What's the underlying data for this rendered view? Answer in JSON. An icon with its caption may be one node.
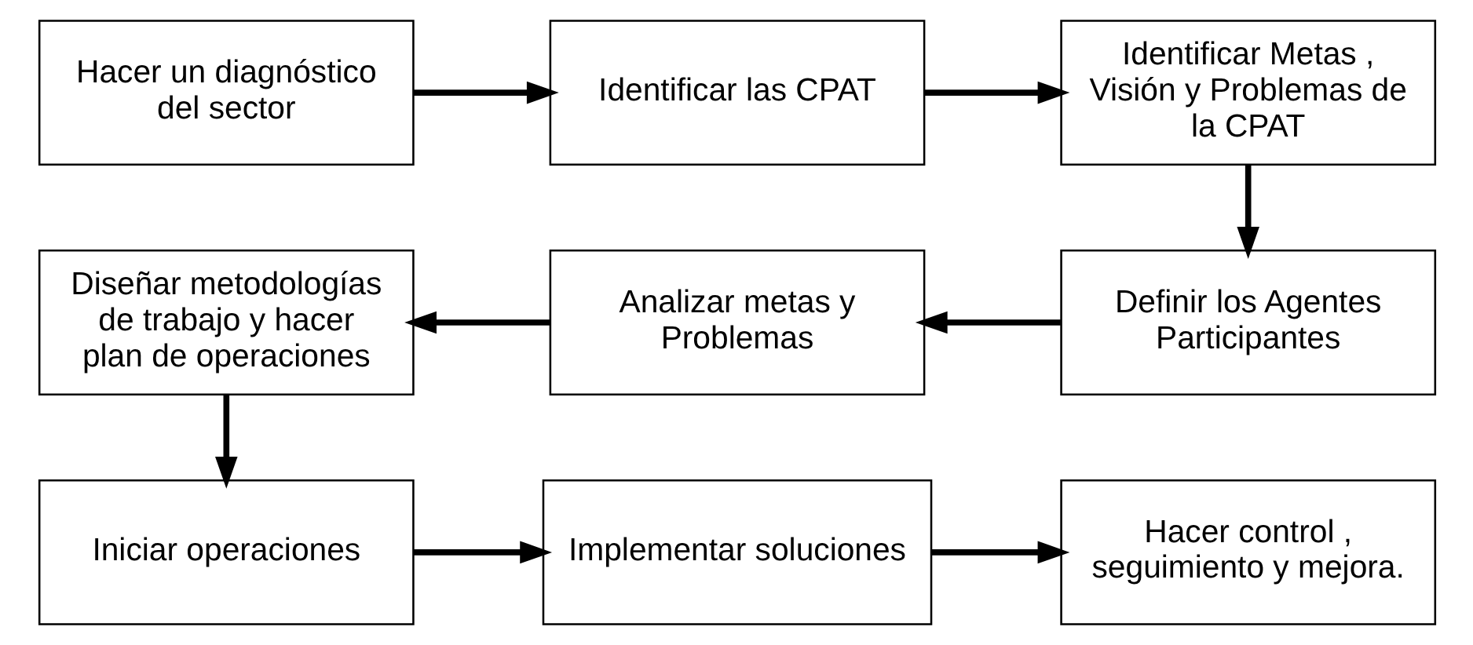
{
  "diagram": {
    "nodes": [
      {
        "text": [
          "Hacer un diagnóstico del sector"
        ]
      },
      {
        "text": [
          "Identificar las CPAT"
        ]
      },
      {
        "text": [
          "Identificar Metas , Visión y Problemas de la CPAT"
        ]
      },
      {
        "text": [
          "Diseñar metodologías de trabajo y hacer plan de operaciones"
        ]
      },
      {
        "text": [
          "Analizar metas y Problemas"
        ]
      },
      {
        "text": [
          "Definir los Agentes Participantes"
        ]
      },
      {
        "text": [
          "Iniciar operaciones"
        ]
      },
      {
        "text": [
          "Implementar soluciones"
        ]
      },
      {
        "text": [
          "Hacer control , seguimiento y mejora."
        ]
      }
    ],
    "edges": [
      {
        "from": 0,
        "to": 1,
        "arrow": "to"
      },
      {
        "from": 1,
        "to": 2,
        "arrow": "to"
      },
      {
        "from": 2,
        "to": 5,
        "arrow": "to"
      },
      {
        "from": 5,
        "to": 4,
        "arrow": "to"
      },
      {
        "from": 4,
        "to": 3,
        "arrow": "to"
      },
      {
        "from": 3,
        "to": 6,
        "arrow": "to"
      },
      {
        "from": 6,
        "to": 7,
        "arrow": "to"
      },
      {
        "from": 7,
        "to": 8,
        "arrow": "to"
      }
    ]
  }
}
